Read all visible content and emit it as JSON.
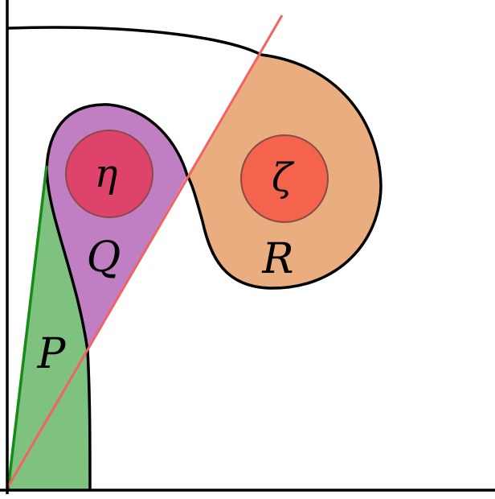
{
  "diagram": {
    "labels": {
      "P": "P",
      "Q": "Q",
      "R": "R",
      "eta": "η",
      "zeta": "ζ"
    },
    "colors": {
      "region_P": "#7fc17f",
      "region_Q": "#c07fc3",
      "region_R": "#e9ad7f",
      "disk_eta": "#df436b",
      "disk_zeta": "#f4634b",
      "disk_stroke": "#8a4a4a",
      "red_line": "#f26262",
      "green_line": "#158c15",
      "outline": "#000000"
    }
  }
}
